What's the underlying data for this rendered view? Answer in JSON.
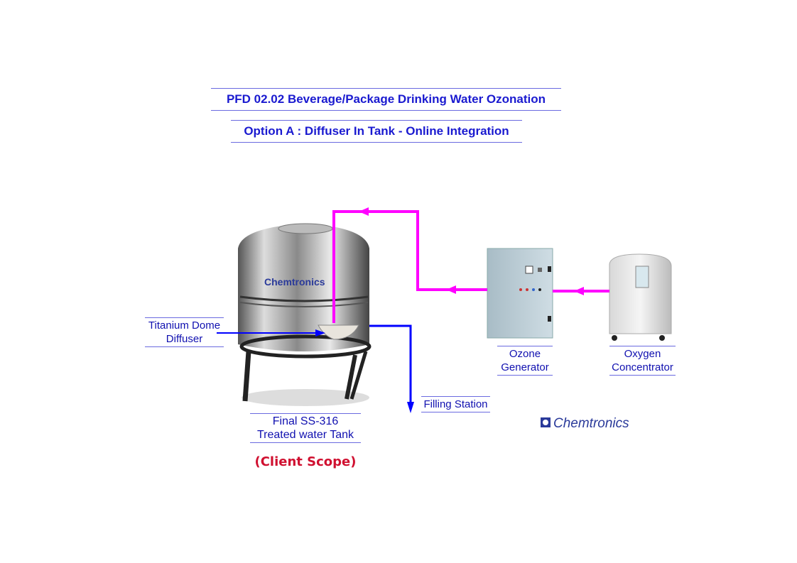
{
  "title": "PFD 02.02 Beverage/Package Drinking Water Ozonation",
  "subtitle": "Option A : Diffuser In Tank - Online Integration",
  "labels": {
    "diffuser_line1": "Titanium Dome",
    "diffuser_line2": "Diffuser",
    "ozone_line1": "Ozone",
    "ozone_line2": "Generator",
    "oxygen_line1": "Oxygen",
    "oxygen_line2": "Concentrator",
    "filling": "Filling Station",
    "tank_line1": "Final SS-316",
    "tank_line2": "Treated water Tank",
    "scope": "(Client Scope)"
  },
  "logo": {
    "text": "Chemtronics",
    "tank_logo_text": "Chemtronics"
  },
  "colors": {
    "ozone_line": "#ff00ff",
    "water_line": "#0000ff",
    "title": "#1a1ad0",
    "scope": "#d01030"
  }
}
